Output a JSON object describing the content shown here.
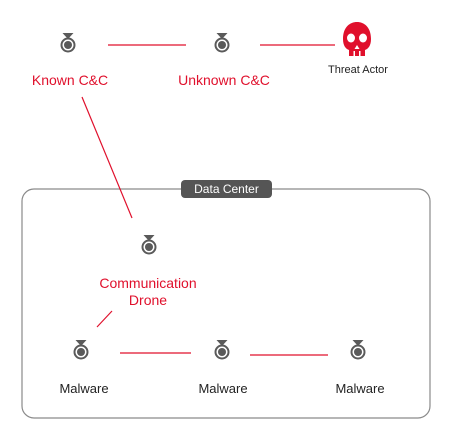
{
  "colors": {
    "accent_red": "#e0102c",
    "icon_gray": "#5a5a5a",
    "border_gray": "#8a8a8a",
    "pill_bg": "#555555"
  },
  "icons": {
    "node_icon": "biohazard-icon",
    "threat_icon": "skull-icon"
  },
  "nodes": {
    "known_cc": {
      "label": "Known C&C"
    },
    "unknown_cc": {
      "label": "Unknown C&C"
    },
    "threat_actor": {
      "label": "Threat Actor"
    },
    "communication_drone": {
      "line1": "Communication",
      "line2": "Drone"
    },
    "malware_1": {
      "label": "Malware"
    },
    "malware_2": {
      "label": "Malware"
    },
    "malware_3": {
      "label": "Malware"
    }
  },
  "data_center": {
    "label": "Data Center"
  }
}
